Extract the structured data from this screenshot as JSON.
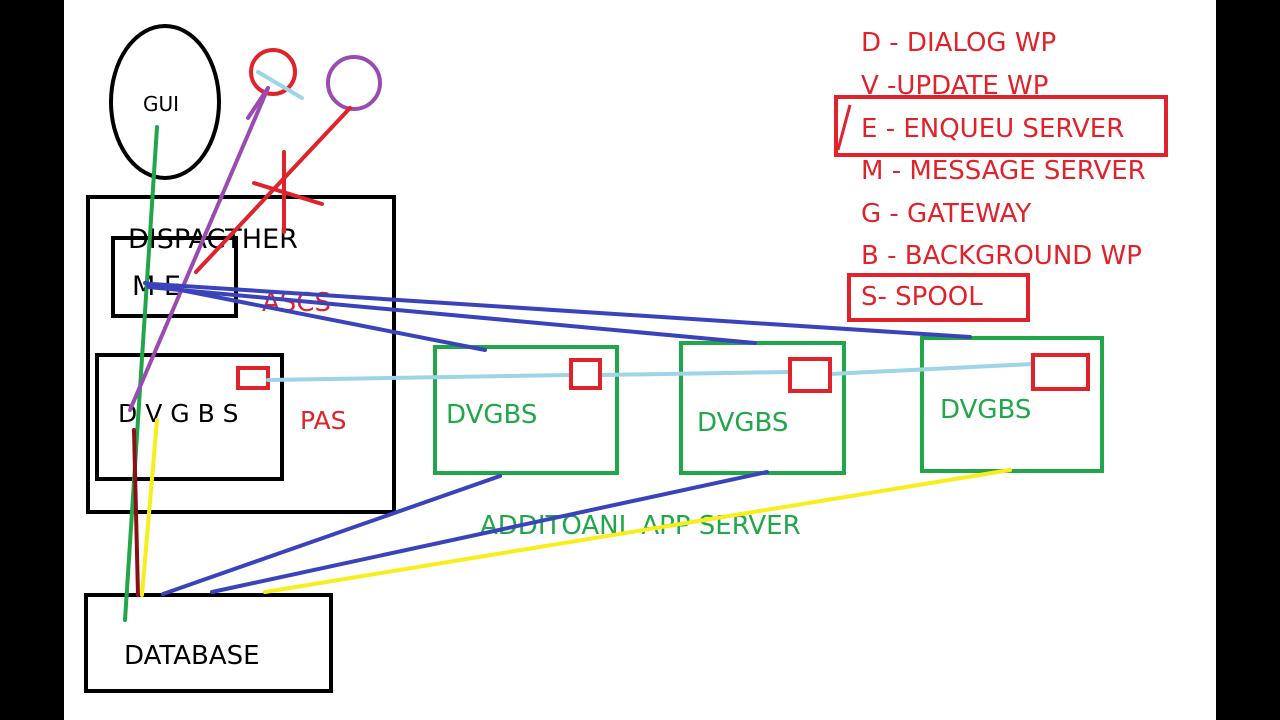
{
  "colors": {
    "red": "#e0222b",
    "green": "#22a64a",
    "blue": "#3a43bb",
    "purple": "#9a4bb0",
    "lightblue": "#9dd4e6",
    "yellow": "#f7ee1c",
    "darkred": "#8b0f14",
    "black": "#000000"
  },
  "gui": {
    "label": "GUI"
  },
  "dispatcher": {
    "label": "DISPACTHER",
    "ascs_inner": "M  E",
    "ascs_label": "ASCS"
  },
  "pas": {
    "inner": "D V G B S",
    "label": "PAS"
  },
  "app_servers": [
    {
      "label": "DVGBS"
    },
    {
      "label": "DVGBS"
    },
    {
      "label": "DVGBS"
    }
  ],
  "additional_label": "ADDITOANL APP SERVER",
  "database": {
    "label": "DATABASE"
  },
  "legend": [
    "D - DIALOG WP",
    "V -UPDATE WP",
    "E - ENQUEU SERVER",
    "M - MESSAGE SERVER",
    "G - GATEWAY",
    "B - BACKGROUND WP",
    "S- SPOOL"
  ]
}
